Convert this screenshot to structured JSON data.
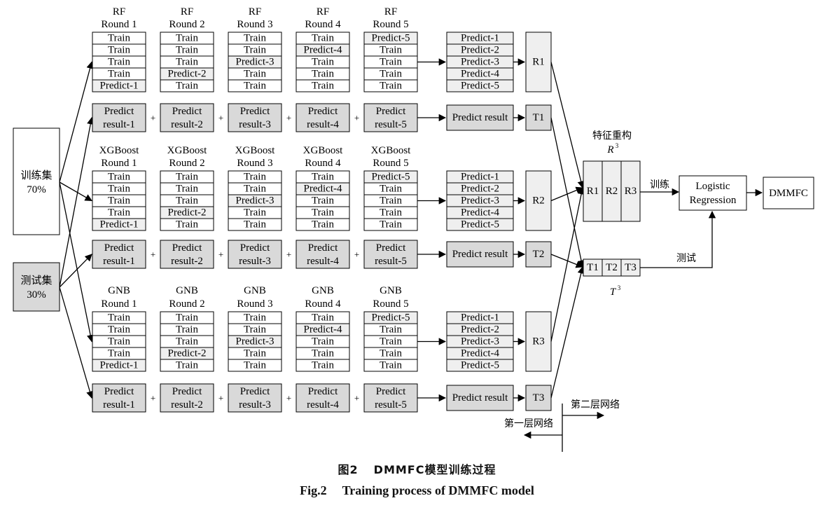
{
  "inputs": {
    "train": {
      "label": "训练集",
      "pct": "70%"
    },
    "test": {
      "label": "测试集",
      "pct": "30%"
    }
  },
  "layers": [
    {
      "model": "RF",
      "cells": [
        [
          "Train",
          "Train",
          "Train",
          "Train",
          "Predict-1"
        ],
        [
          "Train",
          "Train",
          "Train",
          "Predict-2",
          "Train"
        ],
        [
          "Train",
          "Train",
          "Predict-3",
          "Train",
          "Train"
        ],
        [
          "Train",
          "Predict-4",
          "Train",
          "Train",
          "Train"
        ],
        [
          "Predict-5",
          "Train",
          "Train",
          "Train",
          "Train"
        ]
      ],
      "stack_label": "R1",
      "test_label": "T1"
    },
    {
      "model": "XGBoost",
      "cells": [
        [
          "Train",
          "Train",
          "Train",
          "Train",
          "Predict-1"
        ],
        [
          "Train",
          "Train",
          "Train",
          "Predict-2",
          "Train"
        ],
        [
          "Train",
          "Train",
          "Predict-3",
          "Train",
          "Train"
        ],
        [
          "Train",
          "Predict-4",
          "Train",
          "Train",
          "Train"
        ],
        [
          "Predict-5",
          "Train",
          "Train",
          "Train",
          "Train"
        ]
      ],
      "stack_label": "R2",
      "test_label": "T2"
    },
    {
      "model": "GNB",
      "cells": [
        [
          "Train",
          "Train",
          "Train",
          "Train",
          "Predict-1"
        ],
        [
          "Train",
          "Train",
          "Train",
          "Predict-2",
          "Train"
        ],
        [
          "Train",
          "Train",
          "Predict-3",
          "Train",
          "Train"
        ],
        [
          "Train",
          "Predict-4",
          "Train",
          "Train",
          "Train"
        ],
        [
          "Predict-5",
          "Train",
          "Train",
          "Train",
          "Train"
        ]
      ],
      "stack_label": "R3",
      "test_label": "T3"
    }
  ],
  "round_labels": [
    "Round 1",
    "Round 2",
    "Round 3",
    "Round 4",
    "Round 5"
  ],
  "stack_column": [
    "Predict-1",
    "Predict-2",
    "Predict-3",
    "Predict-4",
    "Predict-5"
  ],
  "predict_word": "Predict",
  "result_labels": [
    "result-1",
    "result-2",
    "result-3",
    "result-4",
    "result-5"
  ],
  "plus_sign": "+",
  "predict_result_label": "Predict result",
  "feature": {
    "title": "特征重构",
    "r_symbol": "R",
    "t_symbol": "T",
    "exponent": "3",
    "r_cells": [
      "R1",
      "R2",
      "R3"
    ],
    "t_cells": [
      "T1",
      "T2",
      "T3"
    ]
  },
  "train_edge_label": "训练",
  "test_edge_label": "测试",
  "lr_label": [
    "Logistic",
    "Regression"
  ],
  "output_label": "DMMFC",
  "layer_divider": {
    "second": "第二层网络",
    "first": "第一层网络"
  },
  "caption_cn": {
    "num": "图2",
    "text": "DMMFC模型训练过程"
  },
  "caption_en": {
    "num": "Fig.2",
    "text": "Training process of DMMFC model"
  },
  "colors": {
    "gray": "#d9d9d9",
    "light": "#efefef",
    "white": "#ffffff",
    "line": "#000000"
  }
}
